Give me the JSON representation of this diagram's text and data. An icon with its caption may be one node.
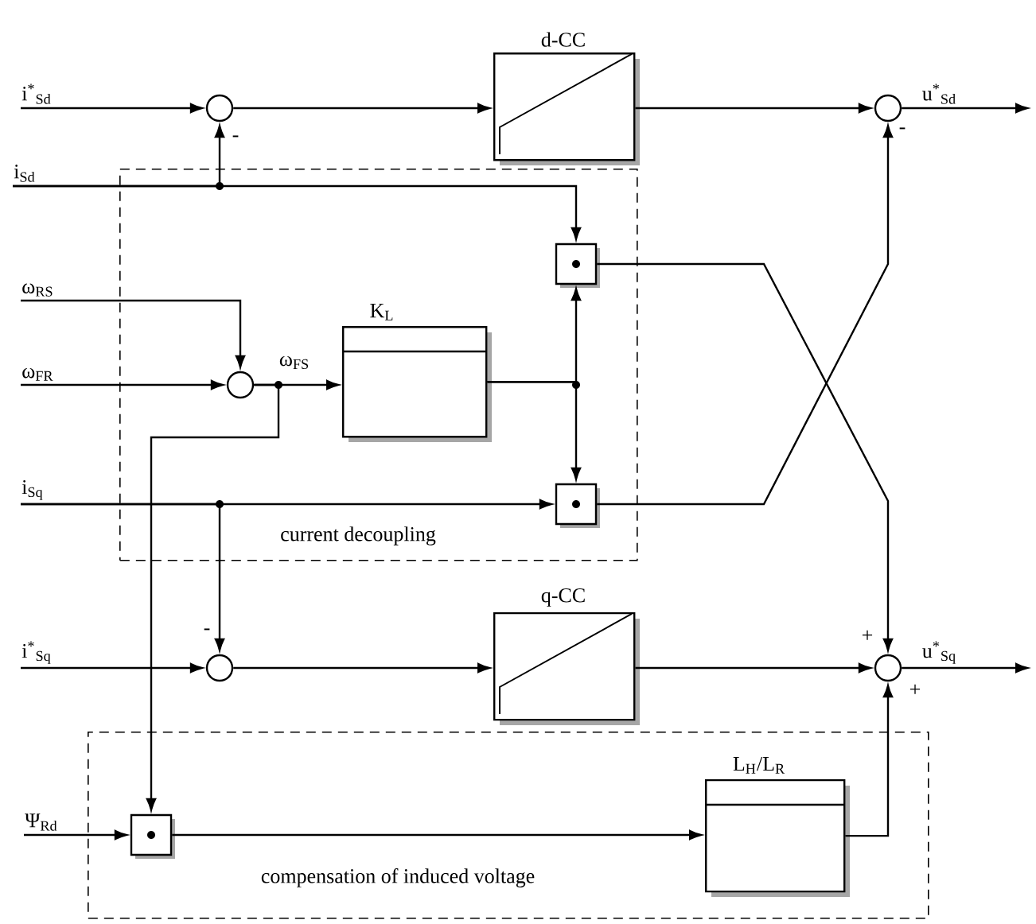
{
  "diagram": {
    "nodes": [
      {
        "text": [
          "i$^{*}$$_{Sd}$"
        ]
      },
      {
        "text": [],
        "shape": "circle"
      },
      {
        "text": [
          "d-CC"
        ]
      },
      {
        "text": [],
        "shape": "circle"
      },
      {
        "text": [
          "u$^{*}$$_{Sd}$"
        ]
      },
      {
        "text": [
          "i$_{Sd}$"
        ]
      },
      {
        "text": [
          "current decoupling"
        ]
      },
      {
        "text": [],
        "shape": "box",
        "in": 6
      },
      {
        "text": [
          "ω$_{RS}$"
        ]
      },
      {
        "text": [
          "ω$_{FR}$"
        ]
      },
      {
        "text": [],
        "shape": "circle",
        "in": 6
      },
      {
        "text": [
          "K$_{L}$"
        ],
        "in": 6
      },
      {
        "text": [
          "i$_{Sq}$"
        ]
      },
      {
        "text": [],
        "shape": "box",
        "in": 6
      },
      {
        "text": [
          "i$^{*}$$_{Sq}$"
        ]
      },
      {
        "text": [],
        "shape": "circle"
      },
      {
        "text": [
          "q-CC"
        ]
      },
      {
        "text": [],
        "shape": "circle"
      },
      {
        "text": [
          "u$^{*}$$_{Sq}$"
        ]
      },
      {
        "text": [
          "compensation of induced voltage"
        ]
      },
      {
        "text": [
          "Ψ$_{Rd}$"
        ]
      },
      {
        "text": [],
        "shape": "box",
        "in": 19
      },
      {
        "text": [
          "L$_{H}$/L$_{R}$"
        ],
        "in": 19
      }
    ],
    "edges": [
      {
        "from": 0,
        "to": 1,
        "arrow": "to"
      },
      {
        "from": 1,
        "to": 2,
        "arrow": "to"
      },
      {
        "from": 2,
        "to": 3,
        "arrow": "to"
      },
      {
        "from": 3,
        "to": 4,
        "arrow": "to"
      },
      {
        "from": 5,
        "to": 1,
        "arrow": "to"
      },
      {
        "from": 5,
        "to": 7,
        "arrow": "to"
      },
      {
        "from": 7,
        "to": 17,
        "arrow": "to"
      },
      {
        "from": 13,
        "to": 3,
        "arrow": "to"
      },
      {
        "from": 8,
        "to": 10,
        "arrow": "to"
      },
      {
        "from": 9,
        "to": 10,
        "arrow": "to"
      },
      {
        "from": 10,
        "to": 11,
        "arrow": "to",
        "label": "ω$_{FS}$"
      },
      {
        "from": 10,
        "to": 21,
        "arrow": "to"
      },
      {
        "from": 11,
        "to": 7,
        "arrow": "to"
      },
      {
        "from": 11,
        "to": 13,
        "arrow": "to"
      },
      {
        "from": 12,
        "to": 13,
        "arrow": "to"
      },
      {
        "from": 12,
        "to": 15,
        "arrow": "to"
      },
      {
        "from": 14,
        "to": 15,
        "arrow": "to"
      },
      {
        "from": 15,
        "to": 16,
        "arrow": "to"
      },
      {
        "from": 16,
        "to": 17,
        "arrow": "to"
      },
      {
        "from": 17,
        "to": 18,
        "arrow": "to"
      },
      {
        "from": 20,
        "to": 21,
        "arrow": "to"
      },
      {
        "from": 21,
        "to": 22,
        "arrow": "to"
      },
      {
        "from": 22,
        "to": 17,
        "arrow": "to"
      }
    ],
    "labels": [
      "-",
      "-",
      "-",
      "+",
      "+"
    ]
  }
}
